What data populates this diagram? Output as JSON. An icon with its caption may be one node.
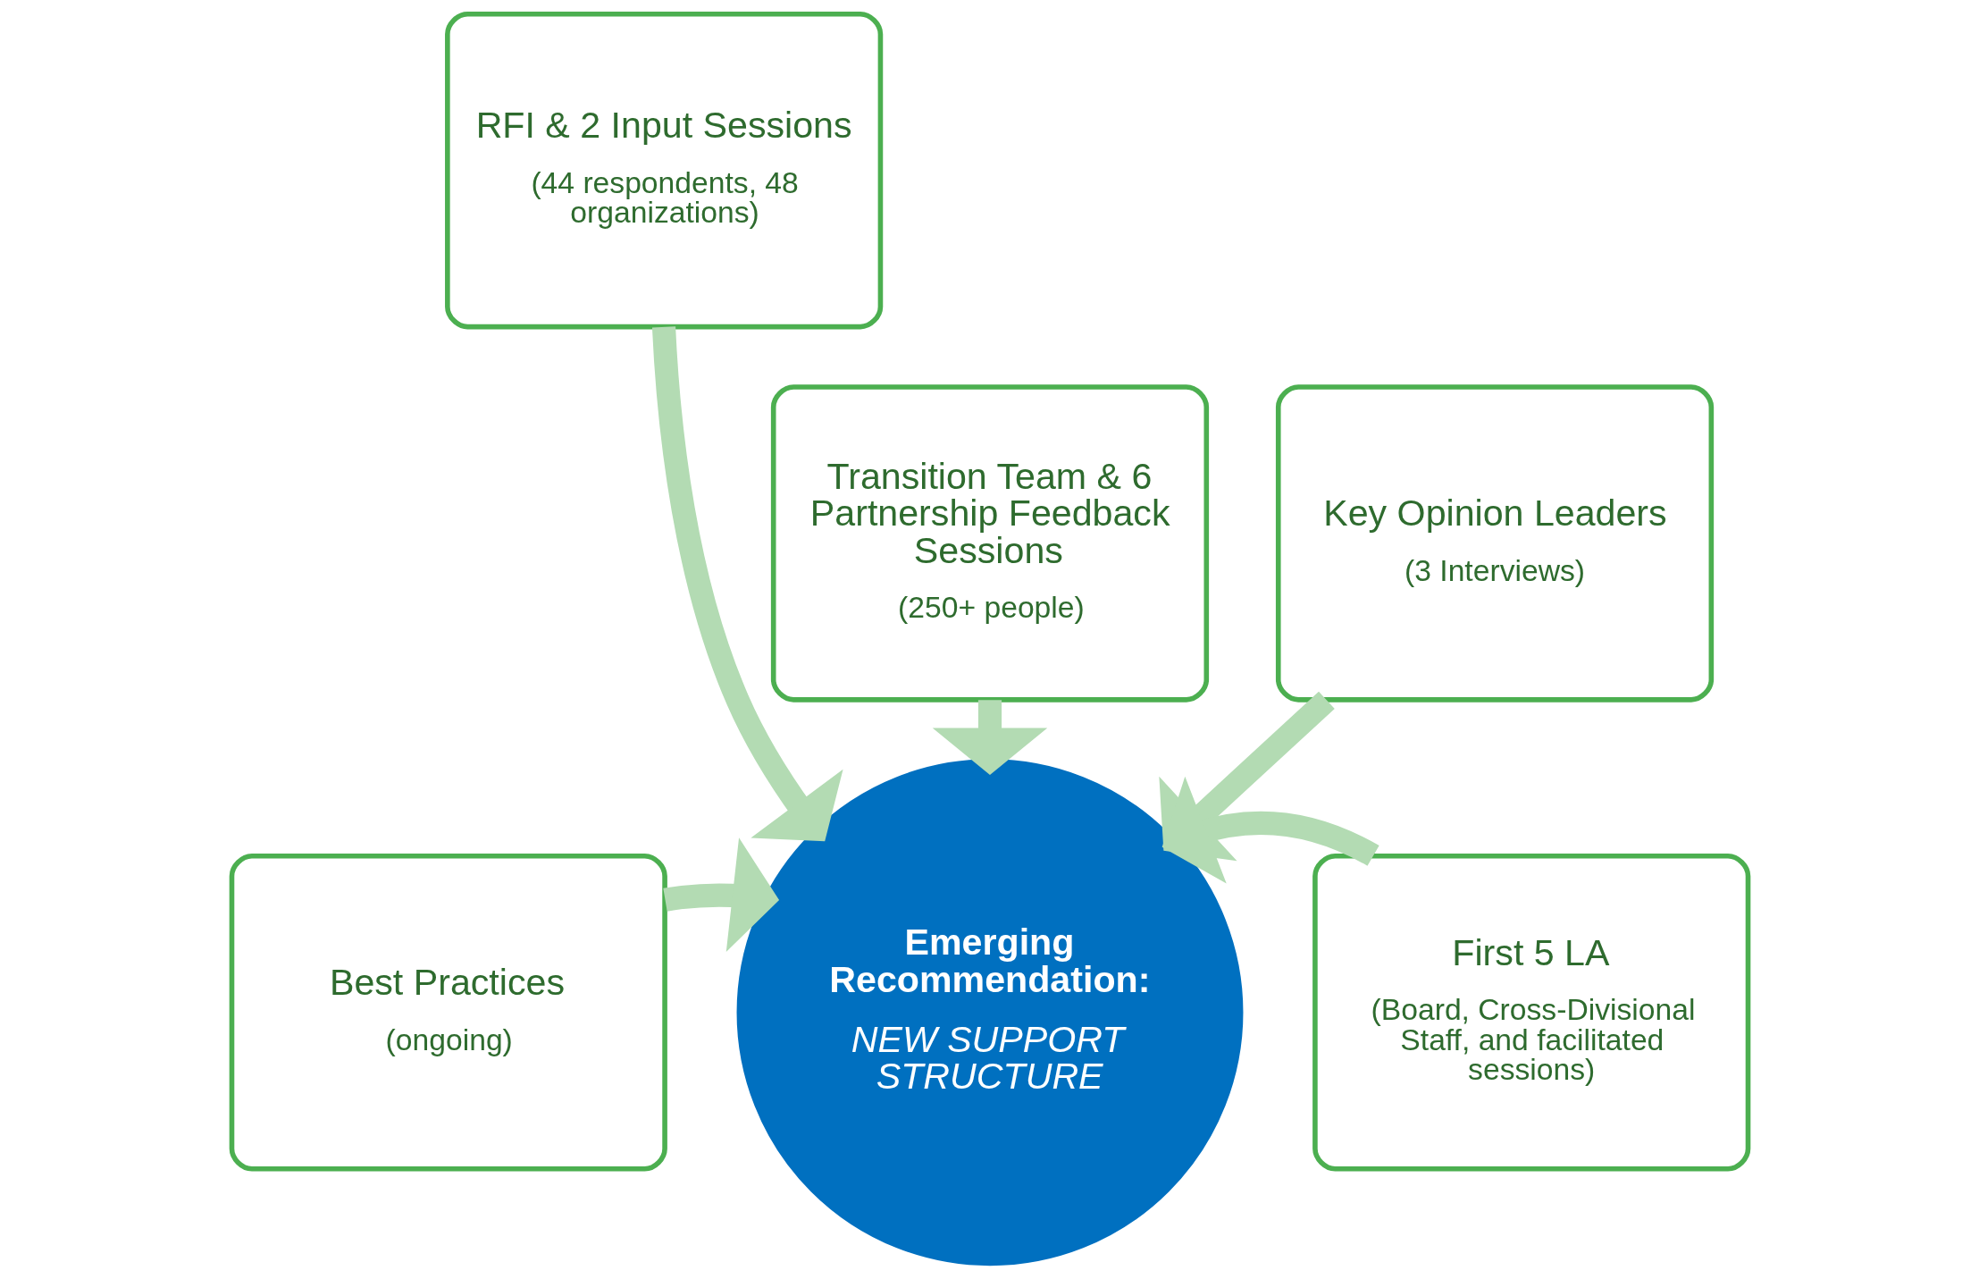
{
  "diagram": {
    "nodes": [
      {
        "text": [
          "RFI & 2 Input Sessions",
          "(44 respondents, 48 organizations)"
        ]
      },
      {
        "text": [
          "Transition Team & 6 Partnership Feedback Sessions",
          "(250+ people)"
        ]
      },
      {
        "text": [
          "Key Opinion Leaders",
          "(3 Interviews)"
        ]
      },
      {
        "text": [
          "Best Practices",
          "(ongoing)"
        ]
      },
      {
        "text": [
          "Emerging Recommendation:",
          "NEW SUPPORT STRUCTURE"
        ]
      },
      {
        "text": [
          "First 5 LA",
          "(Board, Cross-Divisional Staff, and facilitated sessions)"
        ]
      }
    ],
    "edges": [
      {
        "from": 0,
        "to": 4,
        "arrow": "to"
      },
      {
        "from": 1,
        "to": 4,
        "arrow": "to"
      },
      {
        "from": 2,
        "to": 4,
        "arrow": "to"
      },
      {
        "from": 3,
        "to": 4,
        "arrow": "to"
      },
      {
        "from": 5,
        "to": 4,
        "arrow": "to"
      }
    ]
  }
}
